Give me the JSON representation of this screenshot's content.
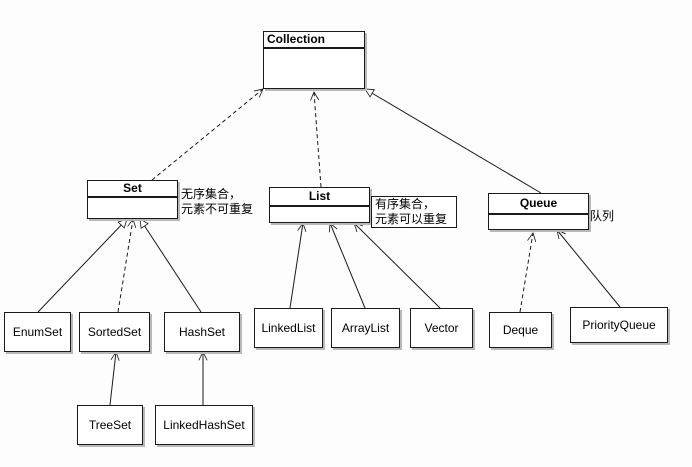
{
  "collection": {
    "name": "Collection"
  },
  "set": {
    "name": "Set",
    "note": [
      "无序集合，",
      "元素不可重复"
    ]
  },
  "list": {
    "name": "List",
    "note": [
      "有序集合，",
      "元素可以重复"
    ]
  },
  "queue": {
    "name": "Queue",
    "note": "队列"
  },
  "leaves": {
    "enumset": "EnumSet",
    "sortedset": "SortedSet",
    "hashset": "HashSet",
    "treeset": "TreeSet",
    "linkedhashset": "LinkedHashSet",
    "linkedlist": "LinkedList",
    "arraylist": "ArrayList",
    "vector": "Vector",
    "deque": "Deque",
    "priorityqueue": "PriorityQueue"
  },
  "colors": {
    "line": "#1a1a1a",
    "background": "#fdfdfd"
  }
}
